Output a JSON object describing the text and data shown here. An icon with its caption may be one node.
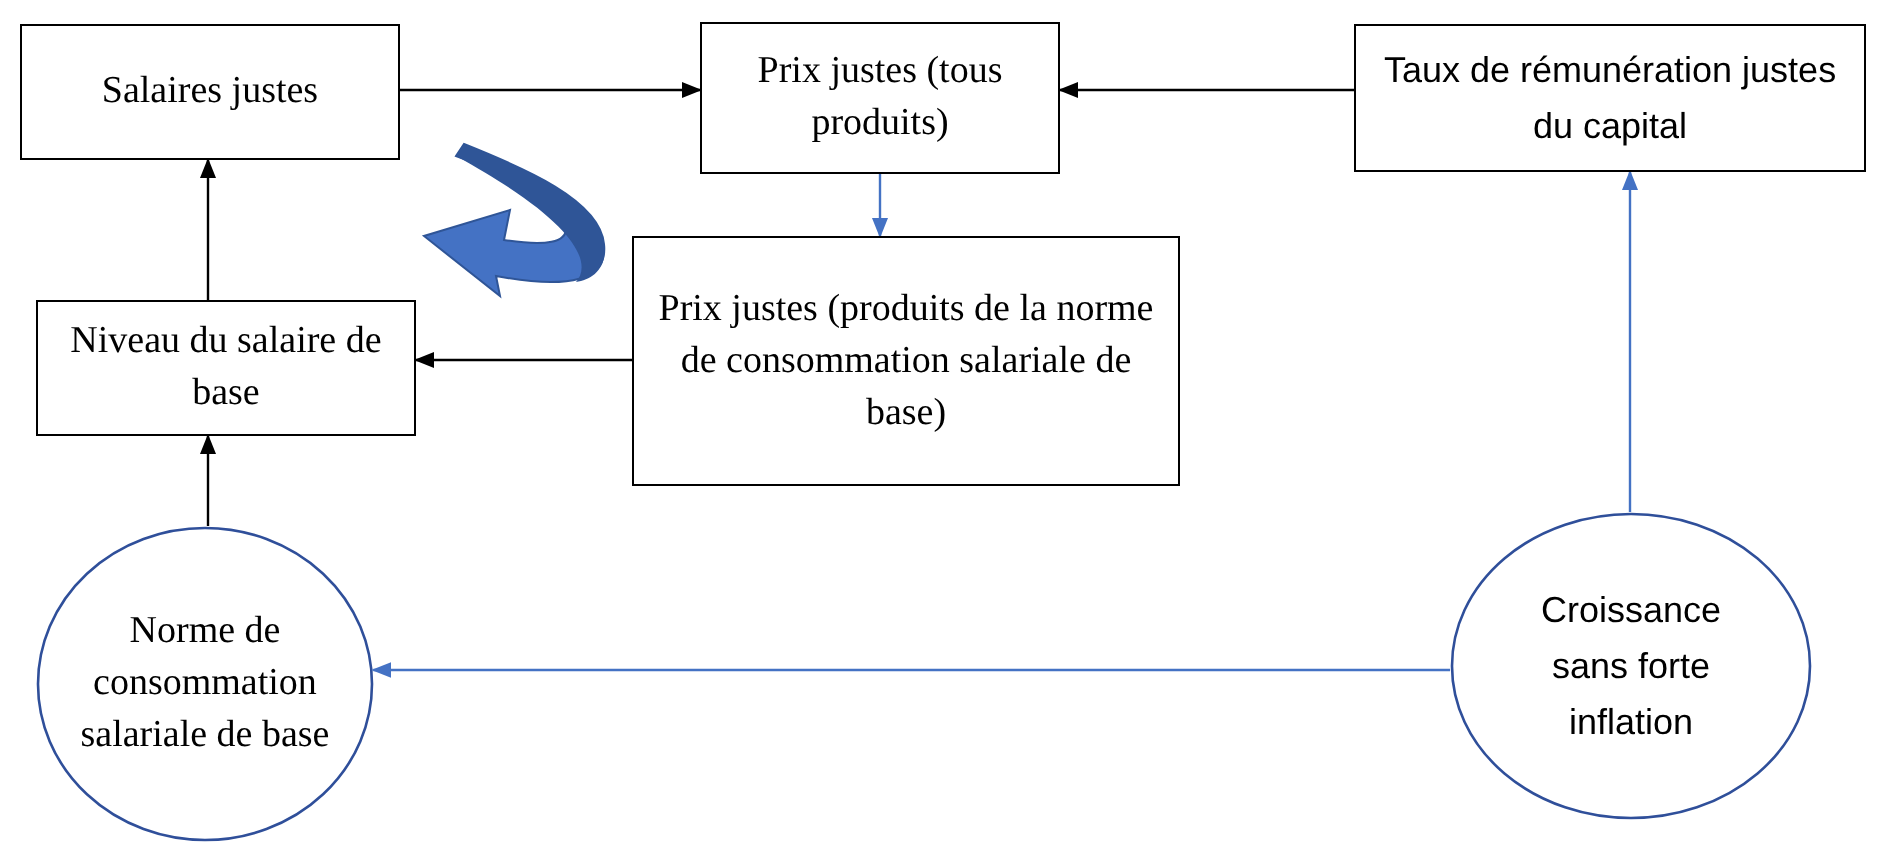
{
  "diagram": {
    "nodes": [
      {
        "text": [
          "Salaires justes"
        ]
      },
      {
        "text": [
          "Prix justes (tous produits)"
        ]
      },
      {
        "text": [
          "Taux de rémunération justes du capital"
        ]
      },
      {
        "text": [
          "Niveau du salaire de base"
        ]
      },
      {
        "text": [
          "Prix justes (produits de la norme de consommation salariale de base)"
        ]
      },
      {
        "text": [
          "Norme de consommation salariale de base"
        ]
      },
      {
        "text": [
          "Croissance sans forte inflation"
        ]
      }
    ],
    "edges": [
      {
        "from": 0,
        "to": 1,
        "arrow": "to"
      },
      {
        "from": 2,
        "to": 1,
        "arrow": "to"
      },
      {
        "from": 1,
        "to": 4,
        "arrow": "to",
        "color": "#4472c4"
      },
      {
        "from": 4,
        "to": 3,
        "arrow": "to"
      },
      {
        "from": 3,
        "to": 0,
        "arrow": "to"
      },
      {
        "from": 5,
        "to": 3,
        "arrow": "to"
      },
      {
        "from": 6,
        "to": 5,
        "arrow": "to",
        "color": "#4472c4"
      },
      {
        "from": 6,
        "to": 2,
        "arrow": "to",
        "color": "#4472c4"
      }
    ]
  }
}
